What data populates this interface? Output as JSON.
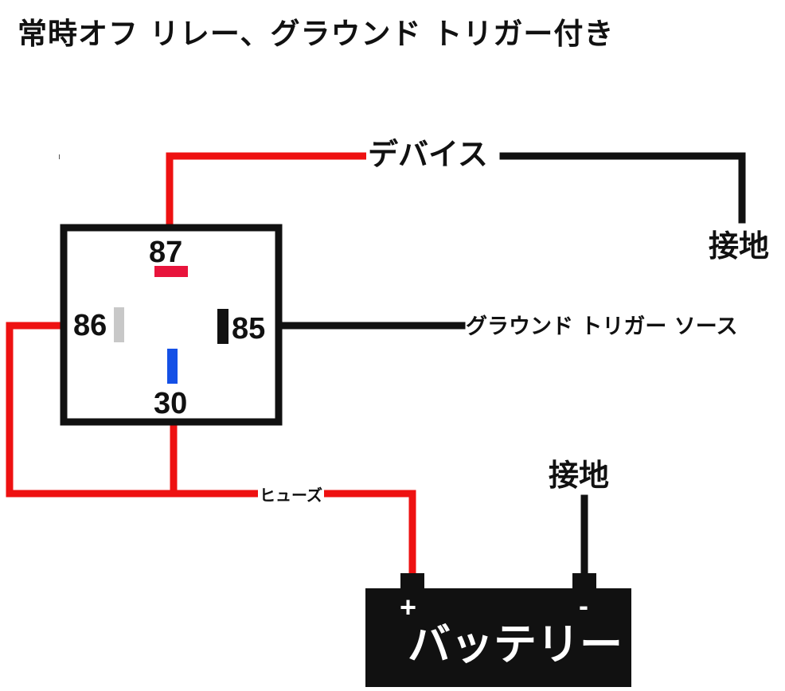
{
  "diagram": {
    "title": "常時オフ リレー、グラウンド トリガー付き",
    "labels": {
      "device": "デバイス",
      "ground_top": "接地",
      "ground_bottom": "接地",
      "trigger_source": "グラウンド トリガー ソース",
      "fuse": "ヒューズ",
      "battery": "バッテリー"
    },
    "relay_pins": {
      "p87": "87",
      "p86": "86",
      "p85": "85",
      "p30": "30"
    },
    "battery_terminals": {
      "positive": "+",
      "negative": "-"
    },
    "colors": {
      "positive_wire": "#ee1111",
      "ground_wire": "#111111",
      "pin87_marker": "#e8143c",
      "pin86_marker": "#c8c8c8",
      "pin85_marker": "#111111",
      "pin30_marker": "#1450e6",
      "battery_body": "#111111"
    }
  }
}
